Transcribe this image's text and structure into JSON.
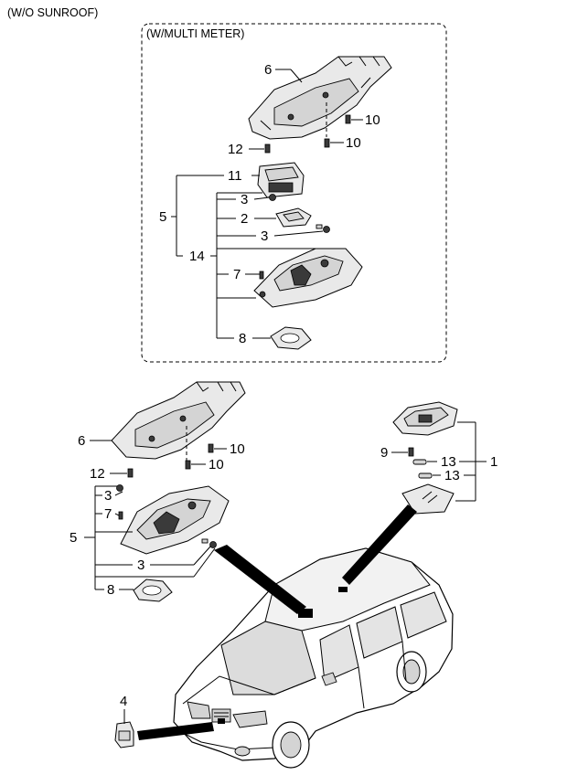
{
  "header": {
    "variant_label": "(W/O SUNROOF)",
    "inset_label": "(W/MULTI METER)"
  },
  "callouts": {
    "c1": "1",
    "c2": "2",
    "c3": "3",
    "c4": "4",
    "c5": "5",
    "c6": "6",
    "c7": "7",
    "c8": "8",
    "c9": "9",
    "c10": "10",
    "c11": "11",
    "c12": "12",
    "c13": "13",
    "c14": "14"
  }
}
